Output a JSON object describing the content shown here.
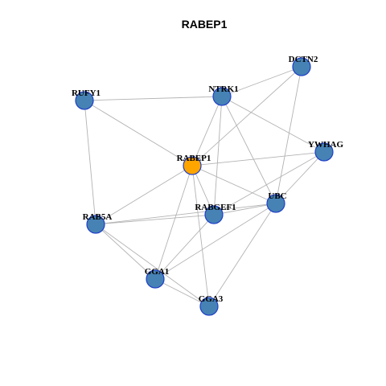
{
  "title": "RABEP1",
  "colors": {
    "hub": "#FFA500",
    "node": "#4682B4",
    "node_border": "#1F3FC9",
    "edge": "#B3B3B3"
  },
  "nodes": [
    {
      "id": "RABEP1",
      "label": "RABEP1",
      "hub": true
    },
    {
      "id": "DCTN2",
      "label": "DCTN2",
      "hub": false
    },
    {
      "id": "RUFY1",
      "label": "RUFY1",
      "hub": false
    },
    {
      "id": "NTRK1",
      "label": "NTRK1",
      "hub": false
    },
    {
      "id": "YWHAG",
      "label": "YWHAG",
      "hub": false
    },
    {
      "id": "UBC",
      "label": "UBC",
      "hub": false
    },
    {
      "id": "RABGEF1",
      "label": "RABGEF1",
      "hub": false
    },
    {
      "id": "RAB5A",
      "label": "RAB5A",
      "hub": false
    },
    {
      "id": "GGA1",
      "label": "GGA1",
      "hub": false
    },
    {
      "id": "GGA3",
      "label": "GGA3",
      "hub": false
    }
  ],
  "edges": [
    [
      "RUFY1",
      "NTRK1"
    ],
    [
      "RUFY1",
      "RABEP1"
    ],
    [
      "RUFY1",
      "RAB5A"
    ],
    [
      "NTRK1",
      "DCTN2"
    ],
    [
      "NTRK1",
      "RABEP1"
    ],
    [
      "NTRK1",
      "RABGEF1"
    ],
    [
      "NTRK1",
      "UBC"
    ],
    [
      "NTRK1",
      "YWHAG"
    ],
    [
      "DCTN2",
      "RABEP1"
    ],
    [
      "DCTN2",
      "UBC"
    ],
    [
      "RABEP1",
      "YWHAG"
    ],
    [
      "RABEP1",
      "UBC"
    ],
    [
      "RABEP1",
      "RABGEF1"
    ],
    [
      "RABEP1",
      "RAB5A"
    ],
    [
      "RABEP1",
      "GGA1"
    ],
    [
      "RABEP1",
      "GGA3"
    ],
    [
      "YWHAG",
      "UBC"
    ],
    [
      "YWHAG",
      "RABGEF1"
    ],
    [
      "UBC",
      "RABGEF1"
    ],
    [
      "UBC",
      "RAB5A"
    ],
    [
      "UBC",
      "GGA1"
    ],
    [
      "UBC",
      "GGA3"
    ],
    [
      "RABGEF1",
      "RAB5A"
    ],
    [
      "RABGEF1",
      "GGA1"
    ],
    [
      "RAB5A",
      "GGA1"
    ],
    [
      "RAB5A",
      "GGA3"
    ],
    [
      "GGA1",
      "GGA3"
    ]
  ]
}
